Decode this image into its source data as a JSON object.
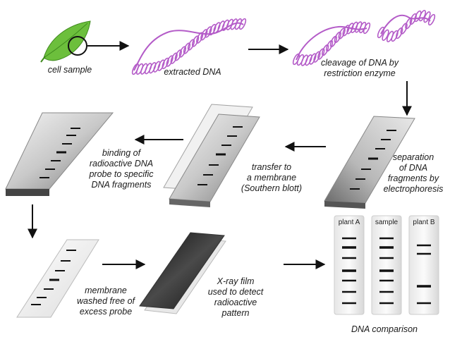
{
  "labels": {
    "cell_sample": "cell sample",
    "extracted_dna": "extracted DNA",
    "cleavage": [
      "cleavage of DNA by",
      "restriction enzyme"
    ],
    "separation": [
      "separation",
      "of DNA",
      "fragments by",
      "electrophoresis"
    ],
    "transfer": [
      "transfer to",
      "a membrane",
      "(Southern blott)"
    ],
    "binding": [
      "binding of",
      "radioactive DNA",
      "probe to specific",
      "DNA fragments"
    ],
    "washed": [
      "membrane",
      "washed free of",
      "excess probe"
    ],
    "xray": [
      "X-ray film",
      "used to detect",
      "radioactive",
      "pattern"
    ],
    "comparison": "DNA comparison"
  },
  "comparison_columns": [
    "plant A",
    "sample",
    "plant B"
  ],
  "colors": {
    "leaf": "#6cbf3c",
    "dna_helix": "#b45cc8",
    "arrow": "#111111",
    "band": "#111111",
    "film": "#1a1a1a"
  }
}
